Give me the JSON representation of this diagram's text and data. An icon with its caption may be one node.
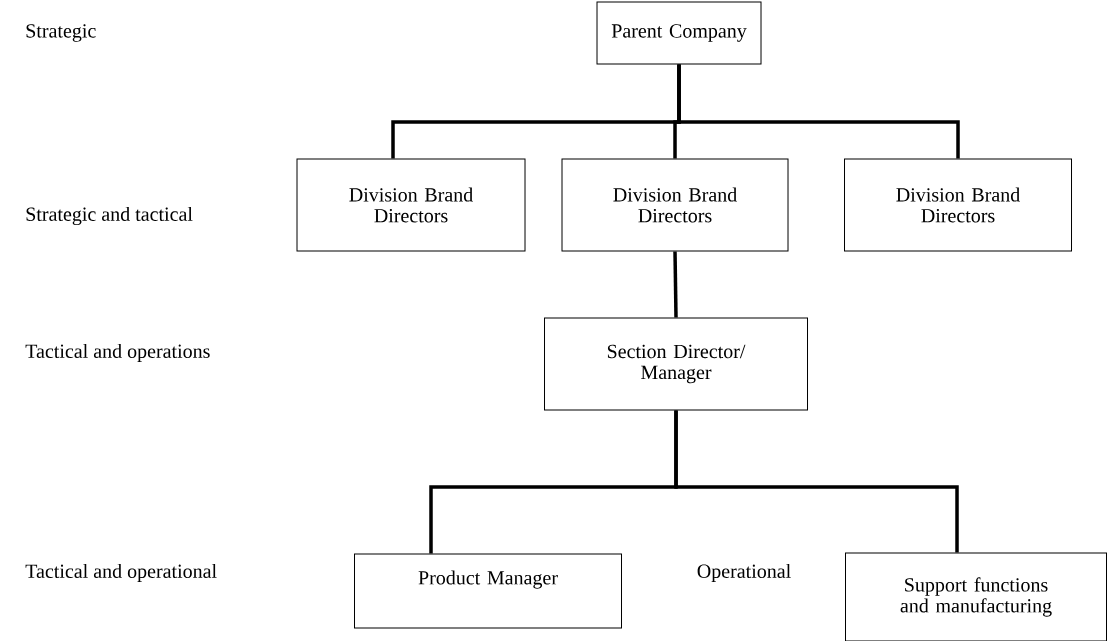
{
  "diagram": {
    "nodes": [
      {
        "text": [
          "Parent Company"
        ]
      },
      {
        "text": [
          "Division Brand Directors"
        ]
      },
      {
        "text": [
          "Division Brand Directors"
        ]
      },
      {
        "text": [
          "Division Brand Directors"
        ]
      },
      {
        "text": [
          "Section Director/ Manager"
        ]
      },
      {
        "text": [
          "Product Manager"
        ]
      },
      {
        "text": [
          "Support functions and manufacturing"
        ]
      }
    ],
    "edges": [
      {
        "from": 0,
        "to": 1,
        "arrow": "none"
      },
      {
        "from": 0,
        "to": 2,
        "arrow": "none"
      },
      {
        "from": 0,
        "to": 3,
        "arrow": "none"
      },
      {
        "from": 2,
        "to": 4,
        "arrow": "none"
      },
      {
        "from": 4,
        "to": 5,
        "arrow": "none"
      },
      {
        "from": 4,
        "to": 6,
        "arrow": "none"
      }
    ],
    "labels": [
      "Strategic",
      "Strategic and tactical",
      "Tactical and operations",
      "Tactical and operational",
      "Operational"
    ]
  }
}
